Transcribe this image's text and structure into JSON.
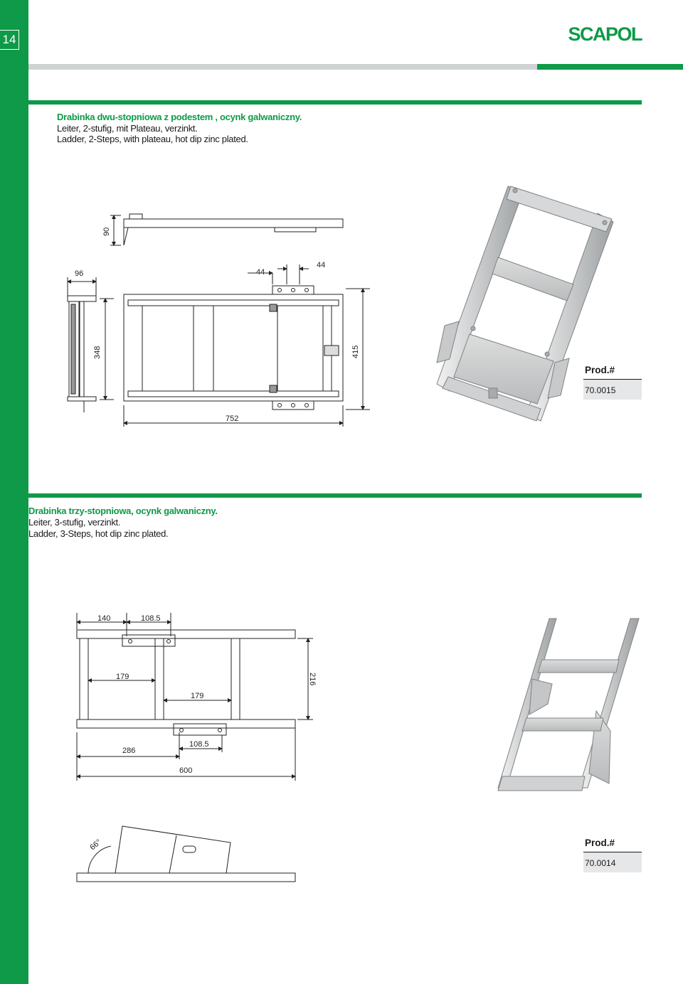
{
  "page": {
    "number": "14",
    "brand": "SCAPOL"
  },
  "product_1": {
    "title_pl": "Drabinka dwu-stopniowa z podestem , ocynk galwaniczny.",
    "title_de": "Leiter, 2-stufig, mit Plateau, verzinkt.",
    "title_en": "Ladder, 2-Steps, with plateau, hot dip zinc plated.",
    "prod_label": "Prod.#",
    "prod_number": "70.0015",
    "dimensions": {
      "d90": "90",
      "d96": "96",
      "d44a": "44",
      "d44b": "44",
      "d348": "348",
      "d415": "415",
      "d752": "752"
    }
  },
  "product_2": {
    "title_pl": "Drabinka trzy-stopniowa, ocynk galwaniczny.",
    "title_de": "Leiter, 3-stufig, verzinkt.",
    "title_en": "Ladder, 3-Steps, hot dip zinc plated.",
    "prod_label": "Prod.#",
    "prod_number": "70.0014",
    "dimensions": {
      "d140": "140",
      "d108a": "108.5",
      "d179a": "179",
      "d179b": "179",
      "d216": "216",
      "d286": "286",
      "d108b": "108.5",
      "d600": "600",
      "angle": "66°"
    }
  },
  "colors": {
    "brand_green": "#0e9a48",
    "bar_gray": "#d0d3d4",
    "prod_bg": "#e6e7e8"
  }
}
